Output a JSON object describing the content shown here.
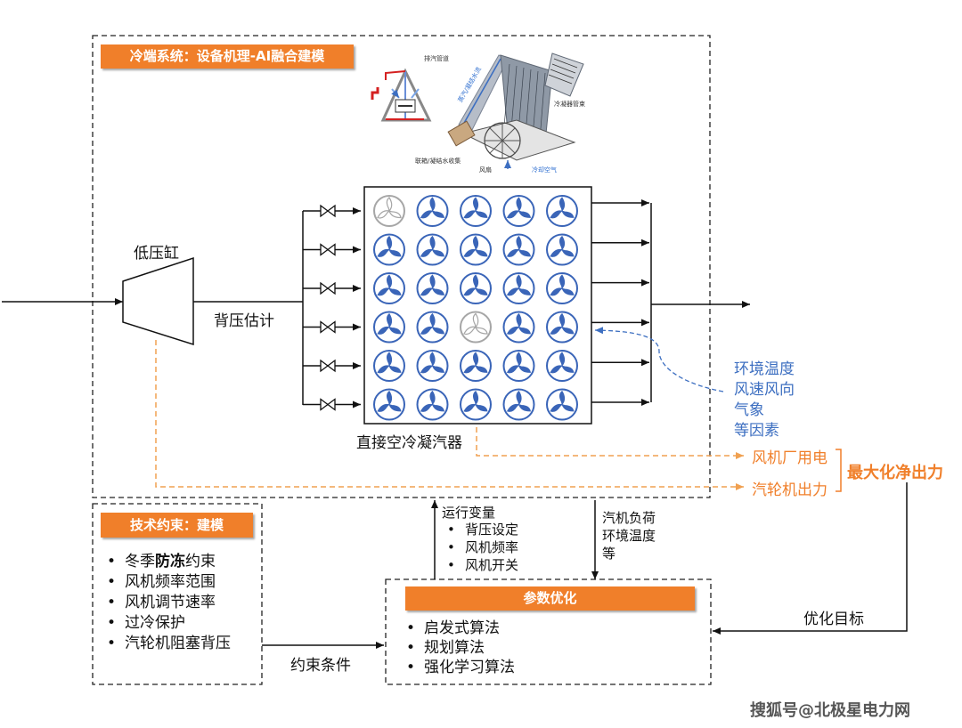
{
  "cold_end": {
    "title": "冷端系统：设备机理-AI融合建模",
    "inlet_label": "低压缸",
    "backpressure_label": "背压估计",
    "condenser_label": "直接空冷凝汽器",
    "env_factors": [
      "环境温度",
      "风速风向",
      "气象",
      "等因素"
    ],
    "fan_power_label": "风机厂用电",
    "turbine_output_label": "汽轮机出力",
    "objective_label": "最大化净出力",
    "fan_grid": {
      "rows": 6,
      "cols": 5,
      "inactive": [
        [
          0,
          0
        ],
        [
          3,
          2
        ]
      ],
      "active_color": "#3a65b8",
      "inactive_color": "#a6a6a6"
    },
    "illustration_labels": [
      "排汽管道",
      "冷凝器管束",
      "联箱/凝结水收集",
      "风扇",
      "冷却空气",
      "蒸汽/凝结水流"
    ]
  },
  "constraints": {
    "title": "技术约束：建模",
    "items": [
      {
        "pre": "冬季",
        "bold": "防冻",
        "post": "约束"
      },
      {
        "pre": "风机频率范围",
        "bold": "",
        "post": ""
      },
      {
        "pre": "风机调节速率",
        "bold": "",
        "post": ""
      },
      {
        "pre": "过冷保护",
        "bold": "",
        "post": ""
      },
      {
        "pre": "汽轮机阻塞背压",
        "bold": "",
        "post": ""
      }
    ],
    "arrow_label": "约束条件"
  },
  "optimization": {
    "title": "参数优化",
    "items": [
      "启发式算法",
      "规划算法",
      "强化学习算法"
    ],
    "objective_arrow_label": "优化目标"
  },
  "operating_vars": {
    "title": "运行变量",
    "items": [
      "背压设定",
      "风机频率",
      "风机开关"
    ]
  },
  "inputs": {
    "lines": [
      "汽机负荷",
      "环境温度",
      "等"
    ]
  },
  "watermark": "搜狐号@北极星电力网",
  "colors": {
    "accent": "#f07f2a",
    "blue": "#3d6fc1",
    "dash_orange": "#f0a050"
  }
}
